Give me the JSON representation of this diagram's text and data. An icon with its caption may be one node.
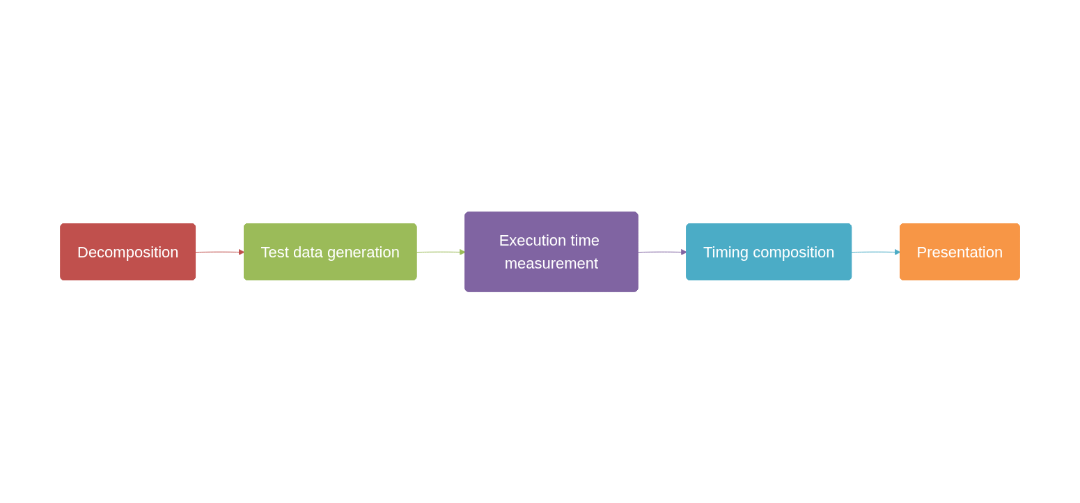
{
  "diagram": {
    "nodes": [
      {
        "text": [
          "Decomposition"
        ]
      },
      {
        "text": [
          "Timing composition"
        ]
      },
      {
        "text": [
          "Presentation"
        ]
      },
      {
        "text": [
          "Test data generation"
        ]
      },
      {
        "text": [
          "Execution time measurement"
        ]
      }
    ],
    "edges": [
      {
        "from": 0,
        "to": 3,
        "arrow": "to",
        "color": "#c0504d"
      },
      {
        "from": 3,
        "to": 4,
        "arrow": "to",
        "color": "#9bbb59"
      },
      {
        "from": 4,
        "to": 1,
        "arrow": "to",
        "color": "#8064a2"
      },
      {
        "from": 1,
        "to": 2,
        "arrow": "to",
        "color": "#4bacc6"
      }
    ]
  }
}
